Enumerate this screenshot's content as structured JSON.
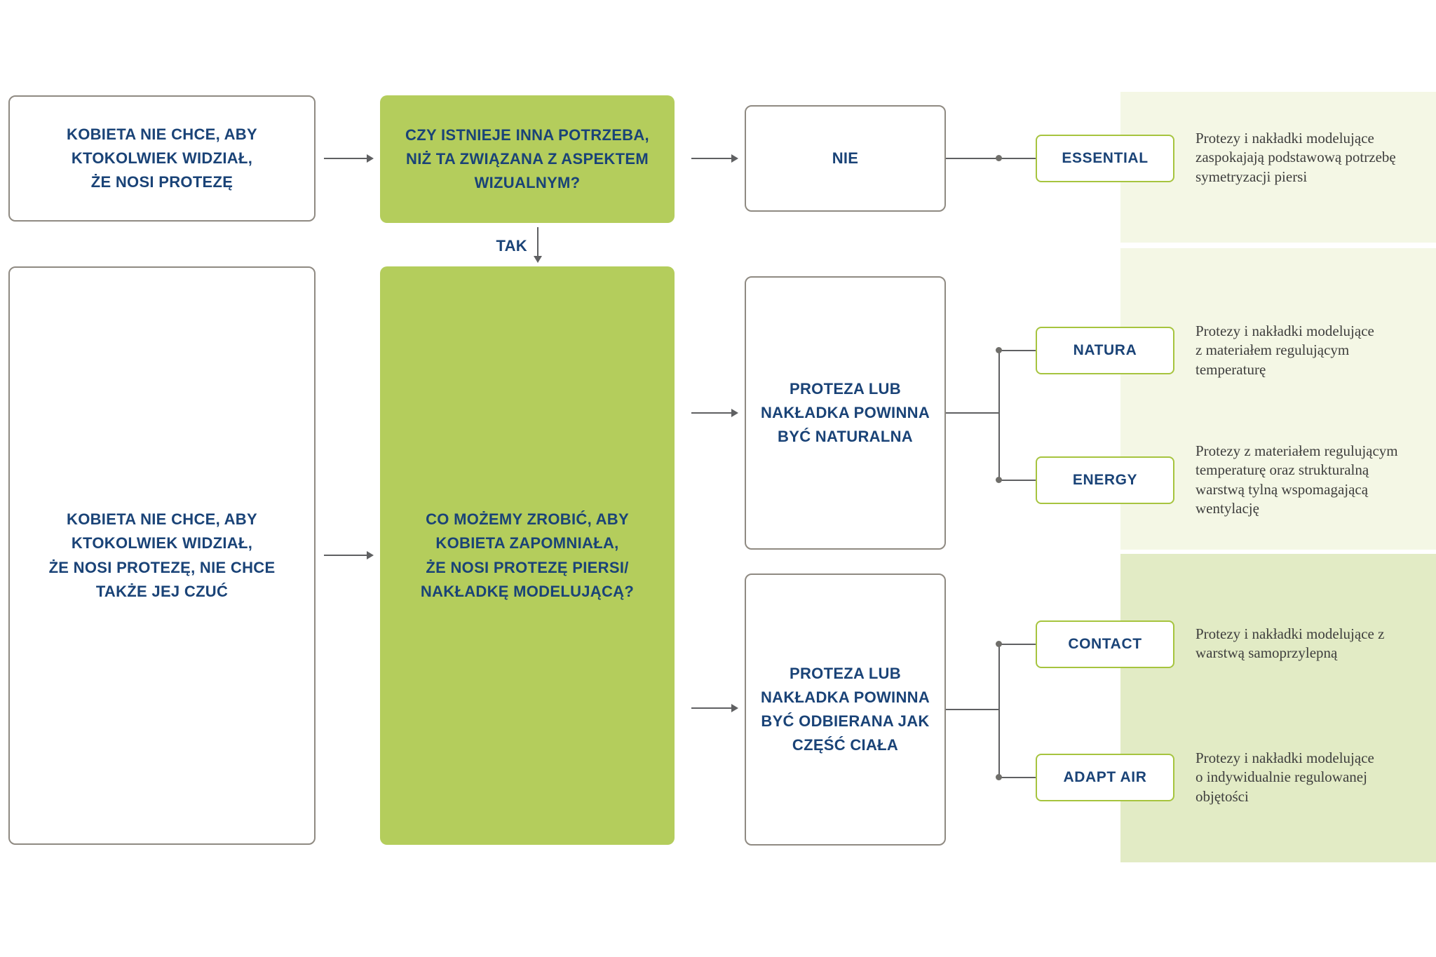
{
  "colors": {
    "navy_text": "#1a4377",
    "green_fill": "#b4cd5c",
    "green_border": "#a6c43e",
    "gray_border": "#8f8a82",
    "connector": "#5f6062",
    "panel_light": "#f4f7e5",
    "panel_dark": "#e2ebc5",
    "body_text": "#3e3e3d"
  },
  "flow": {
    "need_visual": {
      "text": "KOBIETA NIE CHCE, ABY\nKTOKOLWIEK WIDZIAŁ,\nŻE NOSI PROTEZĘ"
    },
    "question_other_need": {
      "text": "CZY ISTNIEJE INNA POTRZEBA,\nNIŻ TA ZWIĄZANA Z ASPEKTEM\nWIZUALNYM?"
    },
    "answer_no": {
      "text": "NIE"
    },
    "answer_yes": {
      "text": "TAK"
    },
    "need_feel": {
      "text": "KOBIETA NIE CHCE, ABY\nKTOKOLWIEK WIDZIAŁ,\nŻE NOSI PROTEZĘ, NIE CHCE\nTAKŻE JEJ CZUĆ"
    },
    "question_forget": {
      "text": "CO MOŻEMY ZROBIĆ, ABY\nKOBIETA ZAPOMNIAŁA,\nŻE NOSI PROTEZĘ PIERSI/\nNAKŁADKĘ MODELUJĄCĄ?"
    },
    "requirement_natural": {
      "text": "PROTEZA LUB\nNAKŁADKA POWINNA\nBYĆ NATURALNA"
    },
    "requirement_body_part": {
      "text": "PROTEZA LUB\nNAKŁADKA POWINNA\nBYĆ ODBIERANA JAK\nCZĘŚĆ CIAŁA"
    }
  },
  "products": {
    "essential": {
      "label": "ESSENTIAL",
      "description": "Protezy i nakładki modelujące\nzaspokajają podstawową potrzebę\nsymetryzacji piersi"
    },
    "natura": {
      "label": "NATURA",
      "description": "Protezy i nakładki modelujące\nz materiałem regulującym\ntemperaturę"
    },
    "energy": {
      "label": "ENERGY",
      "description": "Protezy z materiałem regulującym\ntemperaturę oraz strukturalną\nwarstwą tylną wspomagającą\nwentylację"
    },
    "contact": {
      "label": "CONTACT",
      "description": "Protezy i nakładki modelujące z\nwarstwą samoprzylepną"
    },
    "adapt_air": {
      "label": "ADAPT AIR",
      "description": "Protezy i nakładki modelujące\no indywidualnie regulowanej\nobjętości"
    }
  }
}
